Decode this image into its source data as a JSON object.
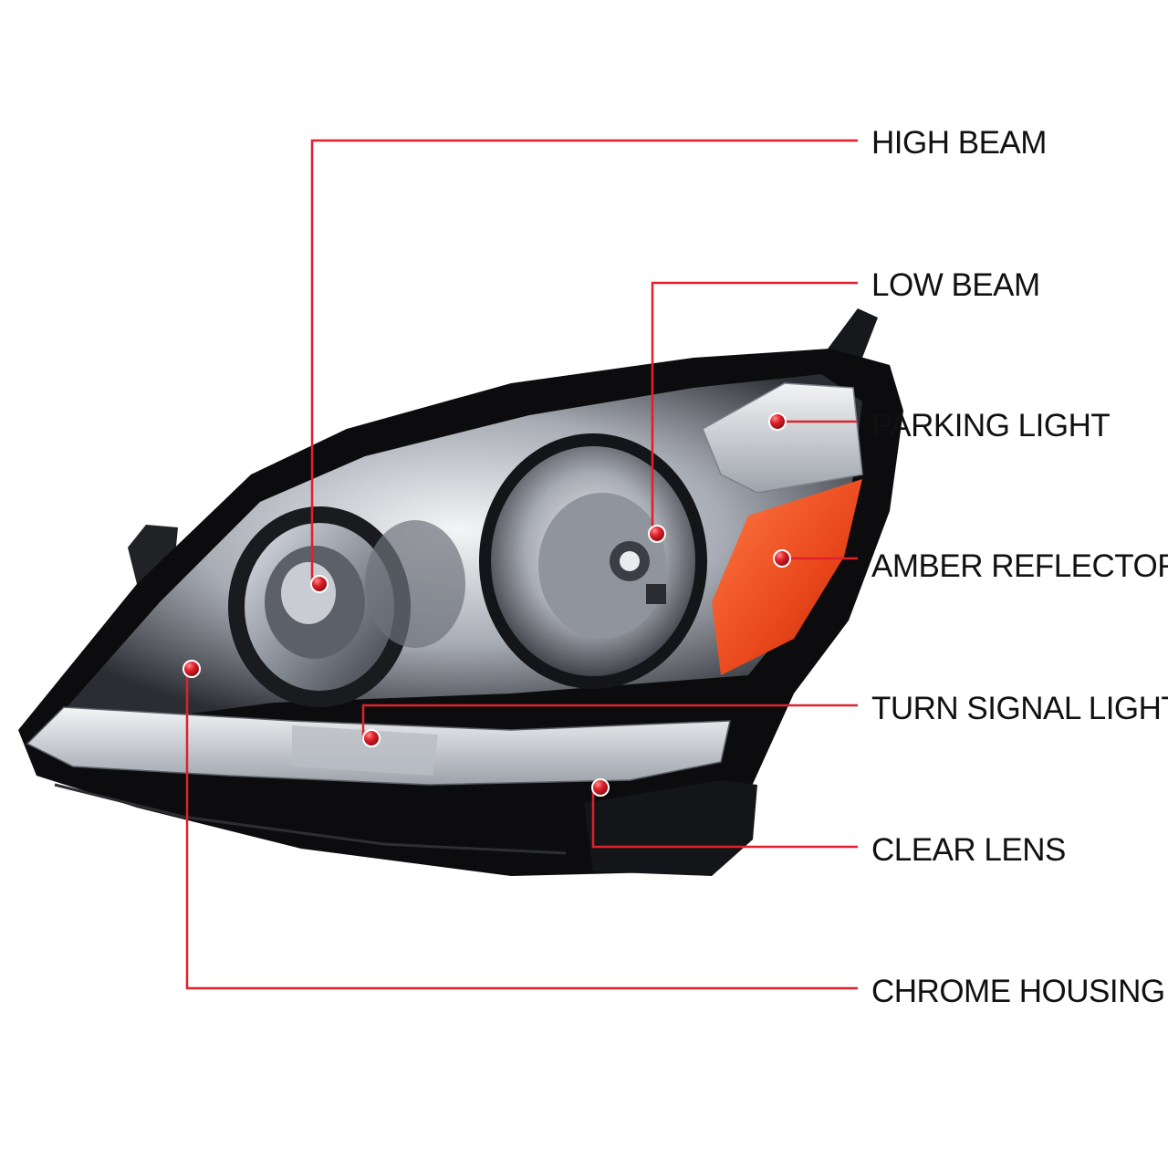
{
  "colors": {
    "leader": "#e0212b",
    "dot": "#e0212b",
    "label": "#111111",
    "background": "#ffffff",
    "amber": "#e8461a",
    "housing": "#0c0c0e",
    "chrome": "#c9ccd2"
  },
  "callouts": [
    {
      "id": "high-beam",
      "label": "HIGH BEAM"
    },
    {
      "id": "low-beam",
      "label": "LOW BEAM"
    },
    {
      "id": "parking-light",
      "label": "PARKING LIGHT"
    },
    {
      "id": "amber-reflectors",
      "label": "AMBER REFLECTORS"
    },
    {
      "id": "turn-signal-light",
      "label": "TURN SIGNAL LIGHT"
    },
    {
      "id": "clear-lens",
      "label": "CLEAR LENS"
    },
    {
      "id": "chrome-housing",
      "label": "CHROME HOUSING"
    }
  ]
}
